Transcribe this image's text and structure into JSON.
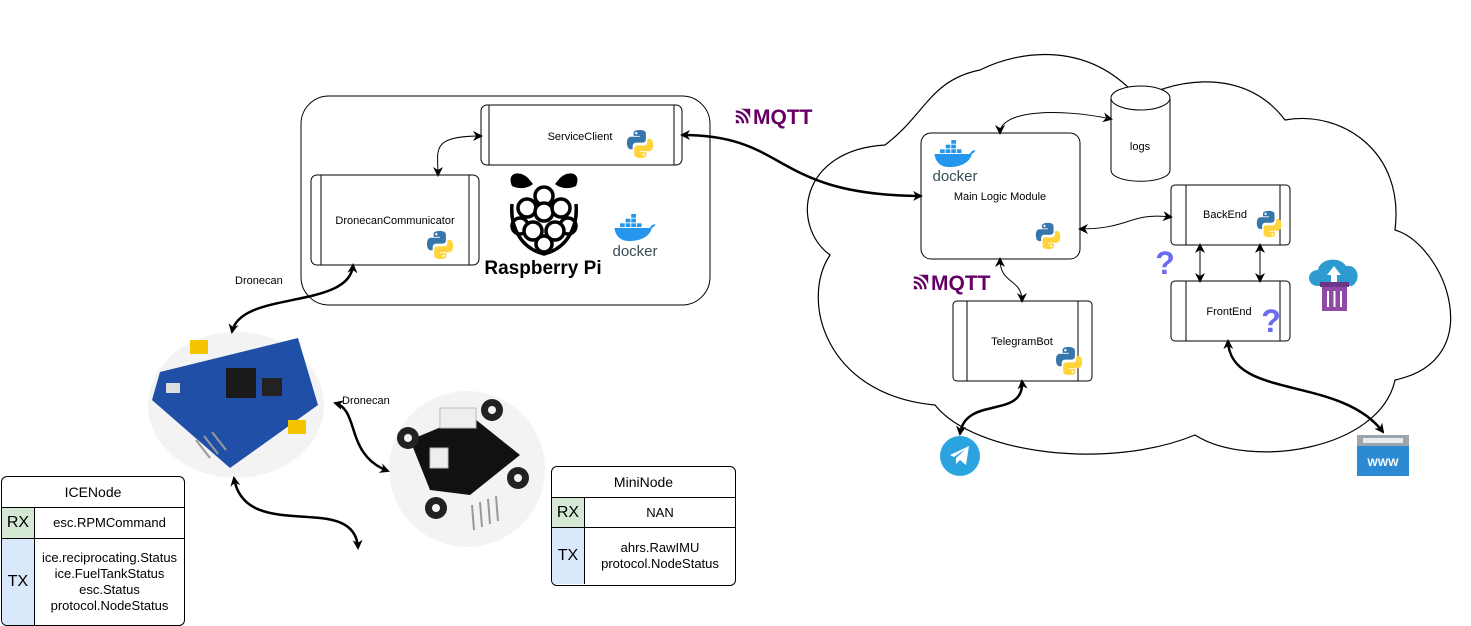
{
  "raspberry_pi": {
    "service_client": "ServiceClient",
    "dronecan_communicator": "DronecanCommunicator",
    "board_label": "Raspberry Pi",
    "docker_label": "docker"
  },
  "protocols": {
    "mqtt_top": "MQTT",
    "mqtt_mid": "MQTT",
    "dronecan_left": "Dronecan",
    "dronecan_mid": "Dronecan"
  },
  "cloud": {
    "main_logic": "Main Logic Module",
    "docker_label": "docker",
    "logs": "logs",
    "backend": "BackEnd",
    "frontend": "FrontEnd",
    "telegram_bot": "TelegramBot",
    "unknown_mark": "?"
  },
  "www_label": "WWW",
  "icenode": {
    "title": "ICENode",
    "rx_label": "RX",
    "rx": [
      "esc.RPMCommand"
    ],
    "tx_label": "TX",
    "tx": [
      "ice.reciprocating.Status",
      "ice.FuelTankStatus",
      "esc.Status",
      "protocol.NodeStatus"
    ]
  },
  "mininode": {
    "title": "MiniNode",
    "rx_label": "RX",
    "rx": [
      "NAN"
    ],
    "tx_label": "TX",
    "tx": [
      "ahrs.RawIMU",
      "protocol.NodeStatus"
    ]
  },
  "colors": {
    "python_blue": "#3776ab",
    "python_yellow": "#ffd43b",
    "docker_blue": "#2496ed",
    "mqtt_purple": "#660066",
    "telegram_blue": "#2aa3df",
    "rx_green": "#d5e8d4",
    "tx_blue": "#dae8fc"
  }
}
